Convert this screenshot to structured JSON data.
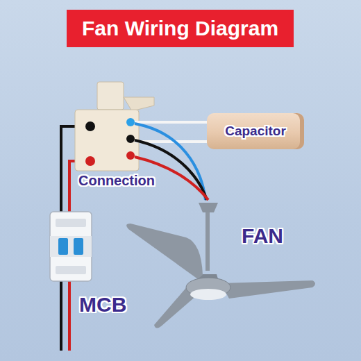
{
  "diagram": {
    "title": "Fan Wiring Diagram",
    "nodes": [
      {
        "text": [
          "Capacitor"
        ]
      }
    ],
    "labels": [
      "Connection",
      "FAN",
      "MCB"
    ]
  }
}
